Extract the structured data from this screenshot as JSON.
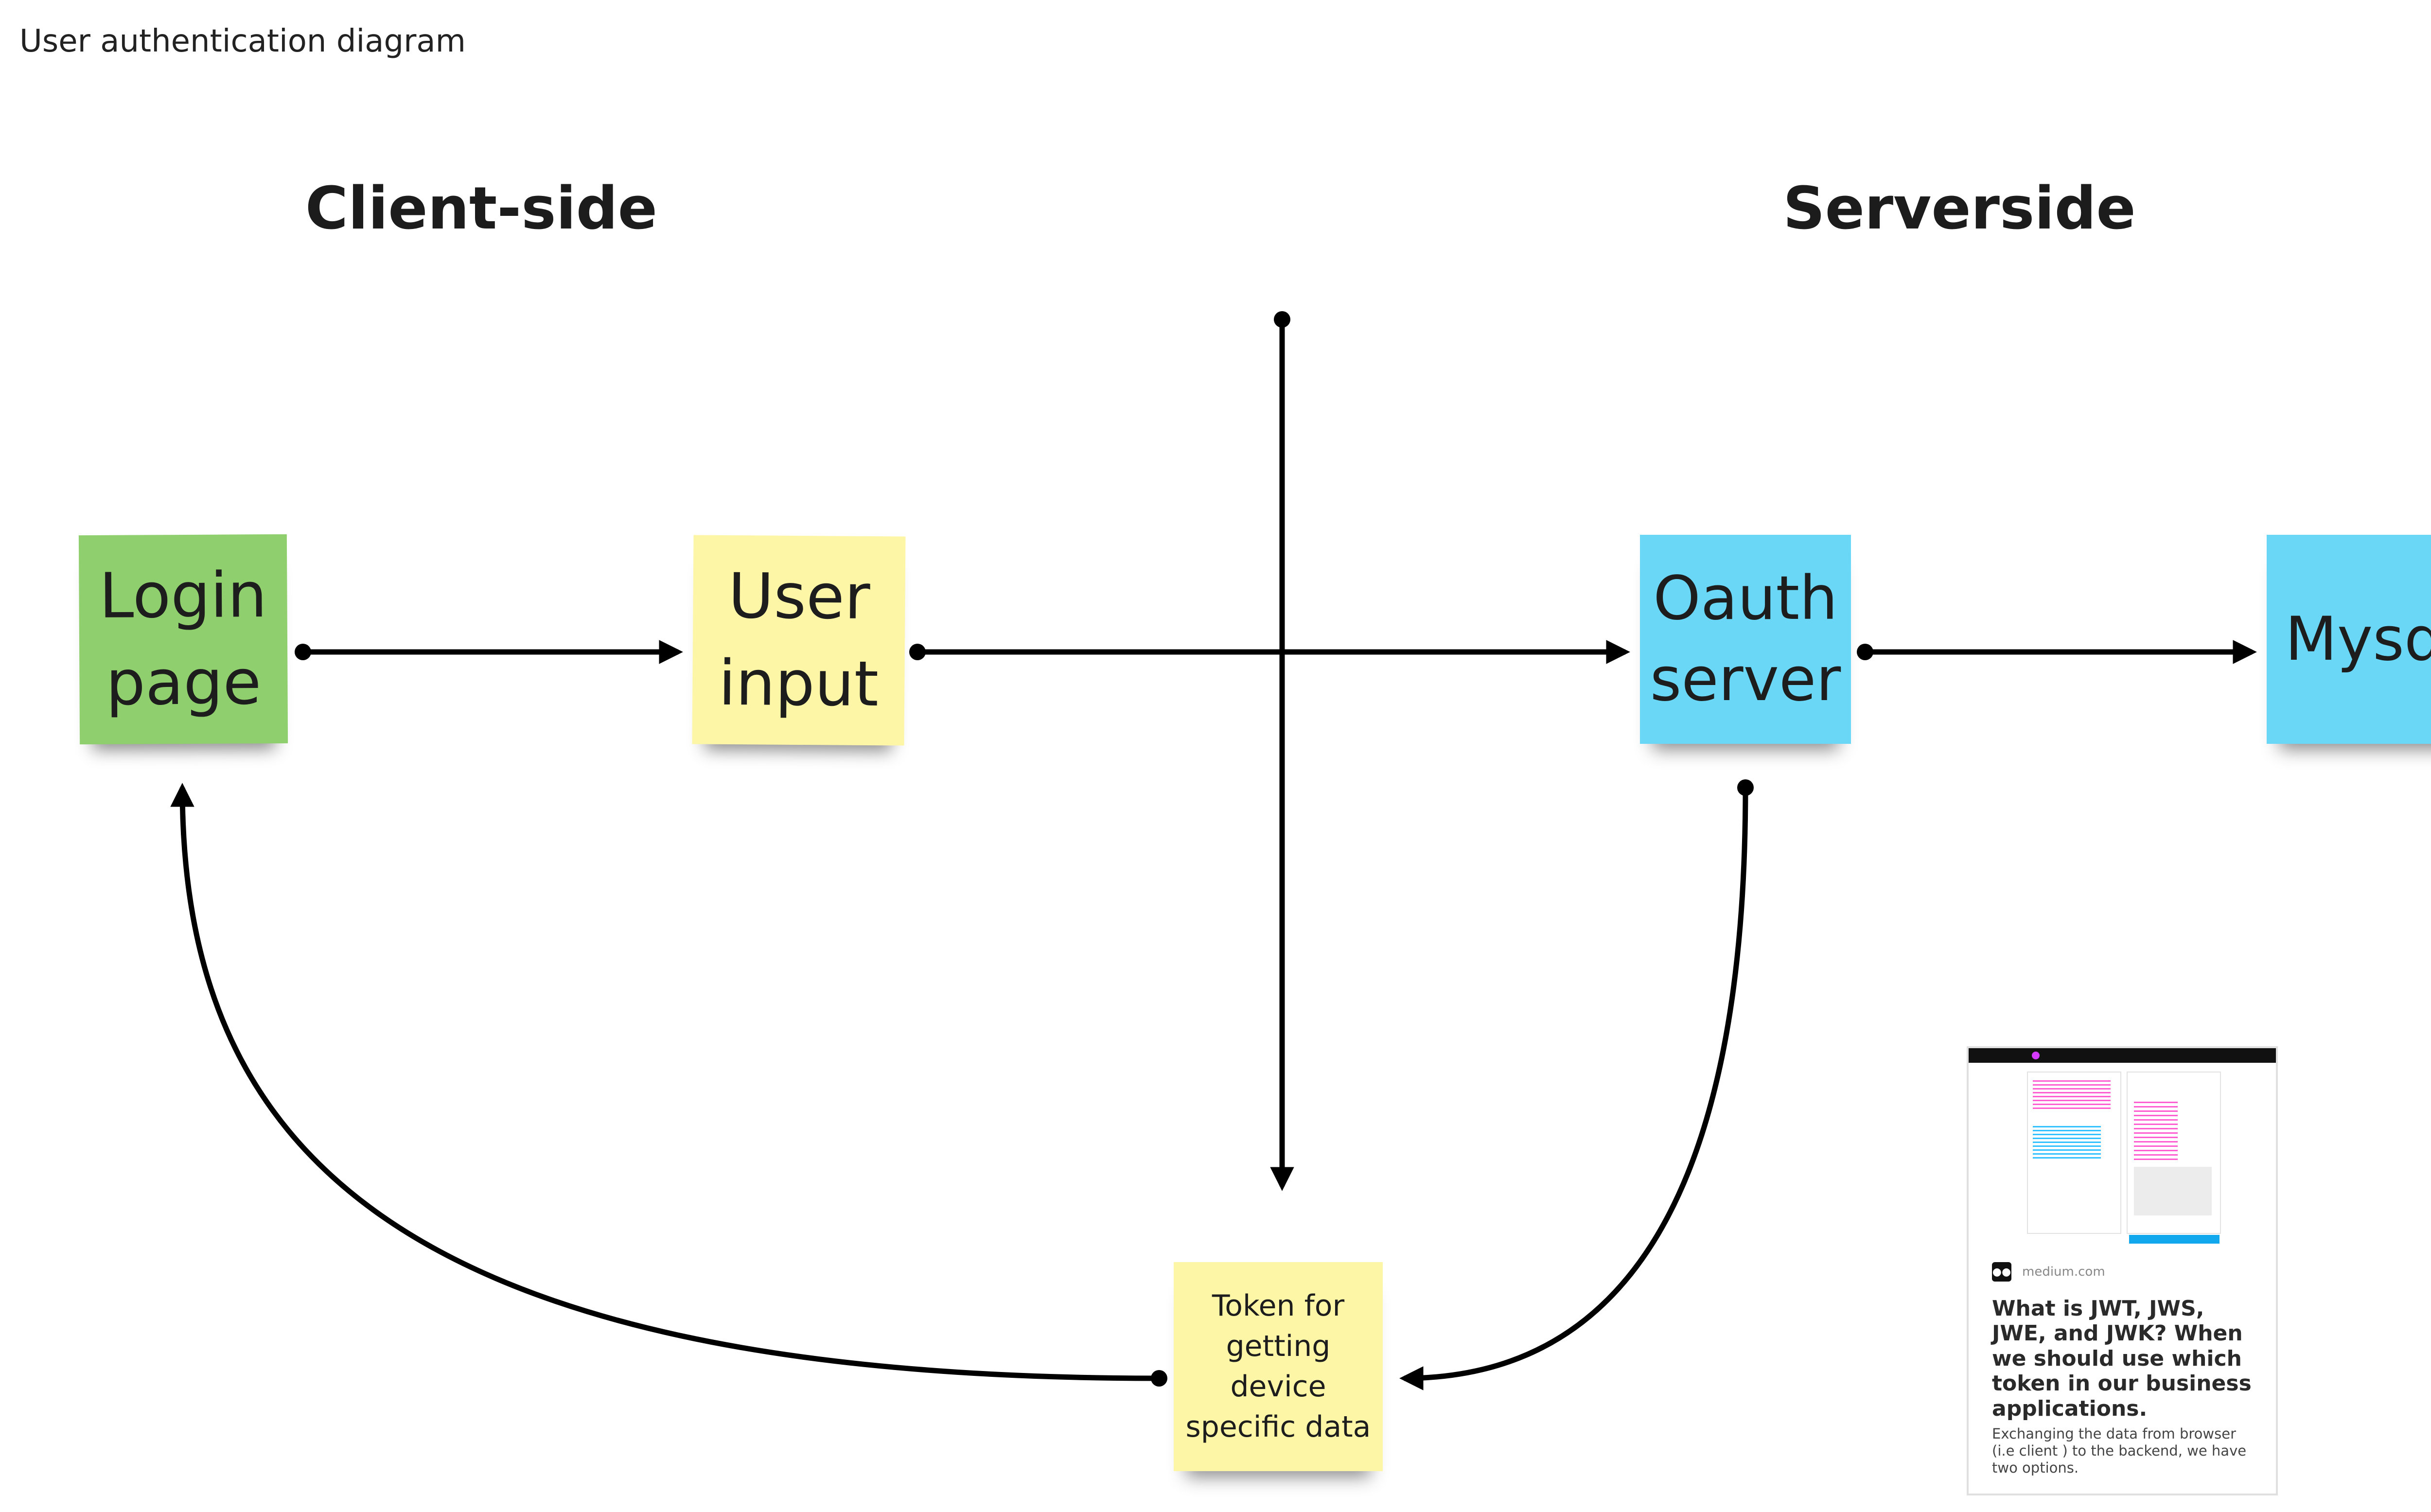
{
  "board": {
    "title": "User authentication diagram"
  },
  "sections": {
    "client": "Client-side",
    "server": "Serverside"
  },
  "stickies": {
    "login": {
      "line1": "Login",
      "line2": "page"
    },
    "user_input": {
      "line1": "User",
      "line2": "input"
    },
    "oauth": {
      "line1": "Oauth",
      "line2": "server"
    },
    "mysql": {
      "text": "Mysql"
    },
    "token": {
      "line1": "Token for",
      "line2": "getting",
      "line3": "device",
      "line4": "specific data"
    }
  },
  "link_card": {
    "site": "medium.com",
    "icon": "medium-icon",
    "title": "What is JWT, JWS, JWE, and JWK? When we should use which token in our business applications.",
    "description": "Exchanging the data from browser (i.e client ) to the backend, we have two options."
  },
  "colors": {
    "green": "#8fcf6e",
    "yellow": "#fdf6a7",
    "blue": "#6ad7f6",
    "connector": "#000000"
  }
}
